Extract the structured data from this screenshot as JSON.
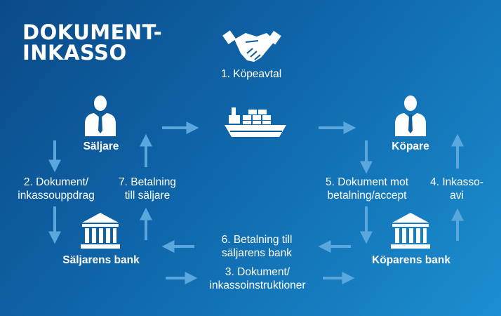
{
  "title_line1": "DOKUMENT-",
  "title_line2": "INKASSO",
  "steps": {
    "s1": "1. Köpeavtal",
    "s2_l1": "2. Dokument/",
    "s2_l2": "inkassouppdrag",
    "s3_l1": "3. Dokument/",
    "s3_l2": "inkassoinstruktioner",
    "s4_l1": "4. Inkasso-",
    "s4_l2": "avi",
    "s5_l1": "5. Dokument mot",
    "s5_l2": "betalning/accept",
    "s6_l1": "6. Betalning till",
    "s6_l2": "säljarens bank",
    "s7_l1": "7. Betalning",
    "s7_l2": "till säljare"
  },
  "actors": {
    "seller": "Säljare",
    "buyer": "Köpare",
    "seller_bank": "Säljarens bank",
    "buyer_bank": "Köparens bank"
  },
  "icons": {
    "handshake": "handshake-icon",
    "ship": "cargo-ship-icon",
    "person": "person-icon",
    "bank": "bank-icon"
  },
  "colors": {
    "background_start": "#0b4a88",
    "background_end": "#1b8fd0",
    "arrow": "#5aa7de",
    "text": "#ffffff"
  }
}
